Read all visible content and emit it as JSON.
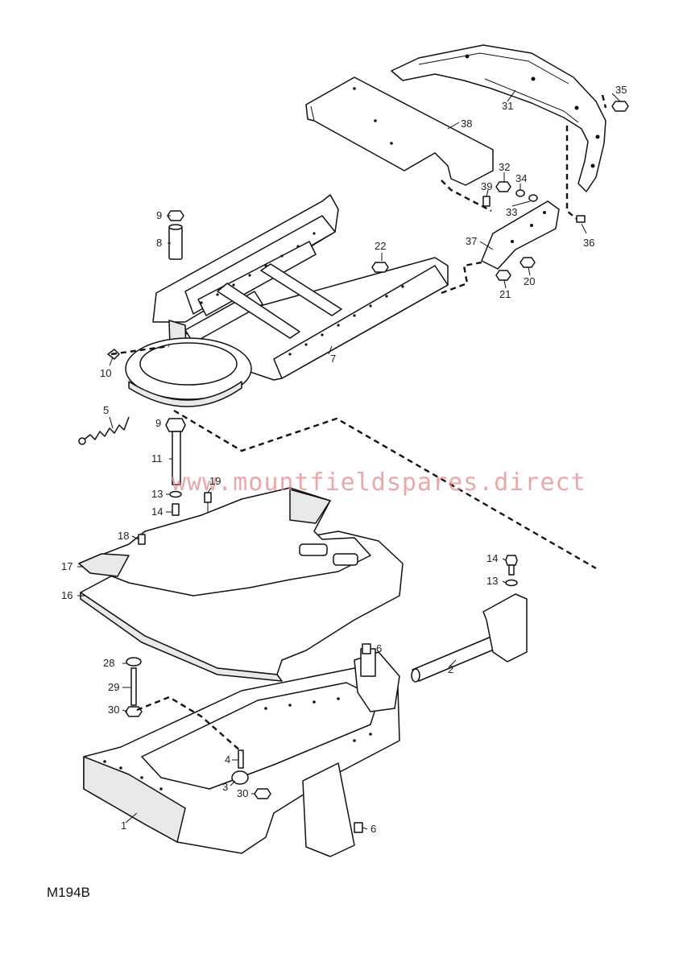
{
  "diagram": {
    "figure_code": "M194B",
    "watermark": "www.mountfieldspares.direct",
    "callouts": [
      {
        "id": "c35",
        "text": "35"
      },
      {
        "id": "c31",
        "text": "31"
      },
      {
        "id": "c38",
        "text": "38"
      },
      {
        "id": "c32",
        "text": "32"
      },
      {
        "id": "c34",
        "text": "34"
      },
      {
        "id": "c39",
        "text": "39"
      },
      {
        "id": "c33",
        "text": "33"
      },
      {
        "id": "c9a",
        "text": "9"
      },
      {
        "id": "c8",
        "text": "8"
      },
      {
        "id": "c36",
        "text": "36"
      },
      {
        "id": "c37",
        "text": "37"
      },
      {
        "id": "c22",
        "text": "22"
      },
      {
        "id": "c20",
        "text": "20"
      },
      {
        "id": "c21",
        "text": "21"
      },
      {
        "id": "c10",
        "text": "10"
      },
      {
        "id": "c7",
        "text": "7"
      },
      {
        "id": "c5",
        "text": "5"
      },
      {
        "id": "c9b",
        "text": "9"
      },
      {
        "id": "c11",
        "text": "11"
      },
      {
        "id": "c19",
        "text": "19"
      },
      {
        "id": "c13a",
        "text": "13"
      },
      {
        "id": "c14a",
        "text": "14"
      },
      {
        "id": "c18",
        "text": "18"
      },
      {
        "id": "c17",
        "text": "17"
      },
      {
        "id": "c16",
        "text": "16"
      },
      {
        "id": "c14b",
        "text": "14"
      },
      {
        "id": "c13b",
        "text": "13"
      },
      {
        "id": "c6a",
        "text": "6"
      },
      {
        "id": "c28",
        "text": "28"
      },
      {
        "id": "c2",
        "text": "2"
      },
      {
        "id": "c29",
        "text": "29"
      },
      {
        "id": "c30a",
        "text": "30"
      },
      {
        "id": "c4",
        "text": "4"
      },
      {
        "id": "c3",
        "text": "3"
      },
      {
        "id": "c30b",
        "text": "30"
      },
      {
        "id": "c1",
        "text": "1"
      },
      {
        "id": "c6b",
        "text": "6"
      }
    ]
  }
}
